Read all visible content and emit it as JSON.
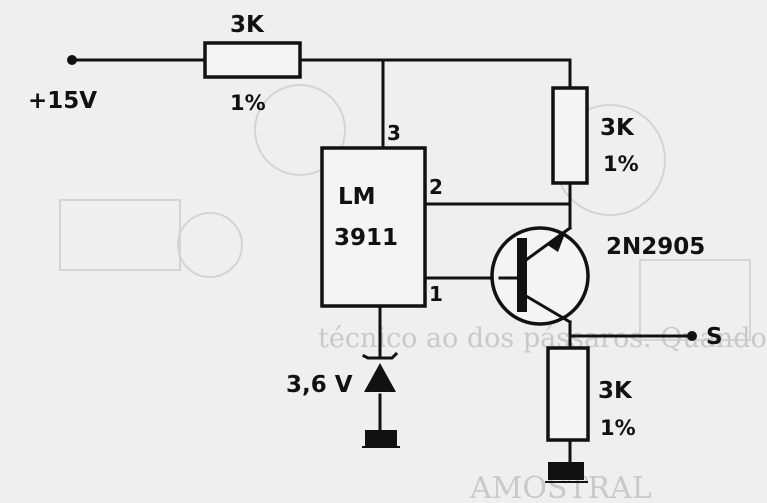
{
  "circuit": {
    "supply_label": "+15V",
    "r_top_value": "3K",
    "r_top_tolerance": "1%",
    "r_right_value": "3K",
    "r_right_tolerance": "1%",
    "r_bottom_value": "3K",
    "r_bottom_tolerance": "1%",
    "ic_name_line1": "LM",
    "ic_name_line2": "3911",
    "pin3": "3",
    "pin2": "2",
    "pin1": "1",
    "transistor_label": "2N2905",
    "zener_label": "3,6 V",
    "output_label": "S"
  },
  "background_text": {
    "line1": "técnico ao dos pássaros. Quando",
    "line2": "AMOSTRAL"
  },
  "colors": {
    "ink": "#111111",
    "paper": "#efefef",
    "ghost": "#c9c9c9"
  }
}
